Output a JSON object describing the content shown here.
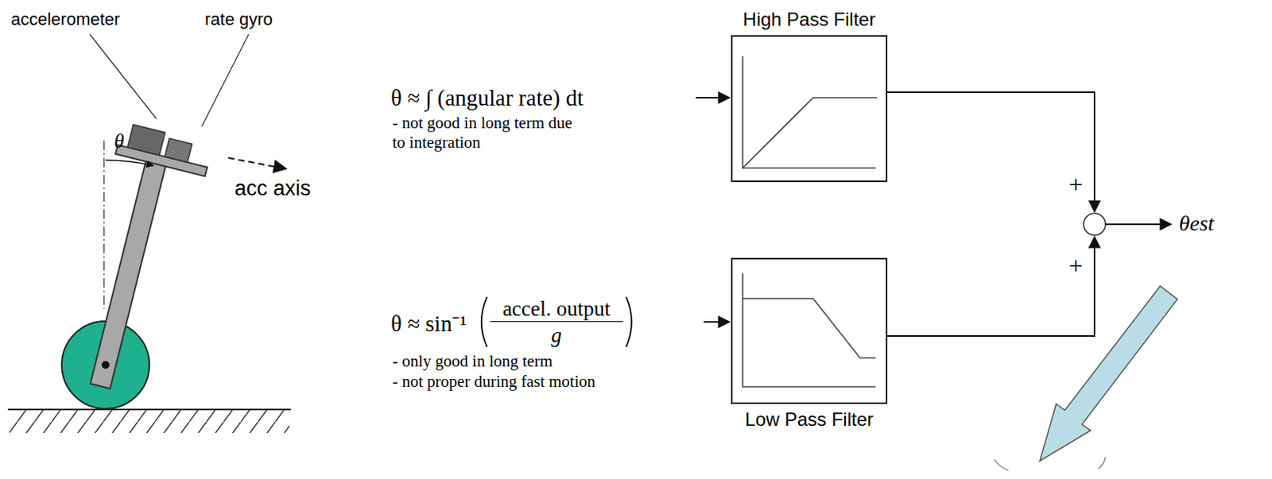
{
  "diagram": {
    "nodes": [
      {
        "text": [
          "θ ≈ ∫ (angular rate) dt",
          "- not good in long term due to integration"
        ]
      },
      {
        "text": [
          "High Pass Filter"
        ]
      },
      {
        "text": [
          "θ ≈ sin⁻¹",
          "accel. output",
          "g",
          "- only good in long term",
          "- not proper during fast motion"
        ]
      },
      {
        "text": [
          "Low Pass Filter"
        ]
      }
    ],
    "edges": [
      {
        "from": 0,
        "to": 1,
        "arrow": "to"
      },
      {
        "from": 2,
        "to": 3,
        "arrow": "to"
      }
    ],
    "labels": [
      "accelerometer",
      "rate gyro",
      "θ",
      "acc axis",
      "+",
      "+",
      "θest"
    ]
  }
}
